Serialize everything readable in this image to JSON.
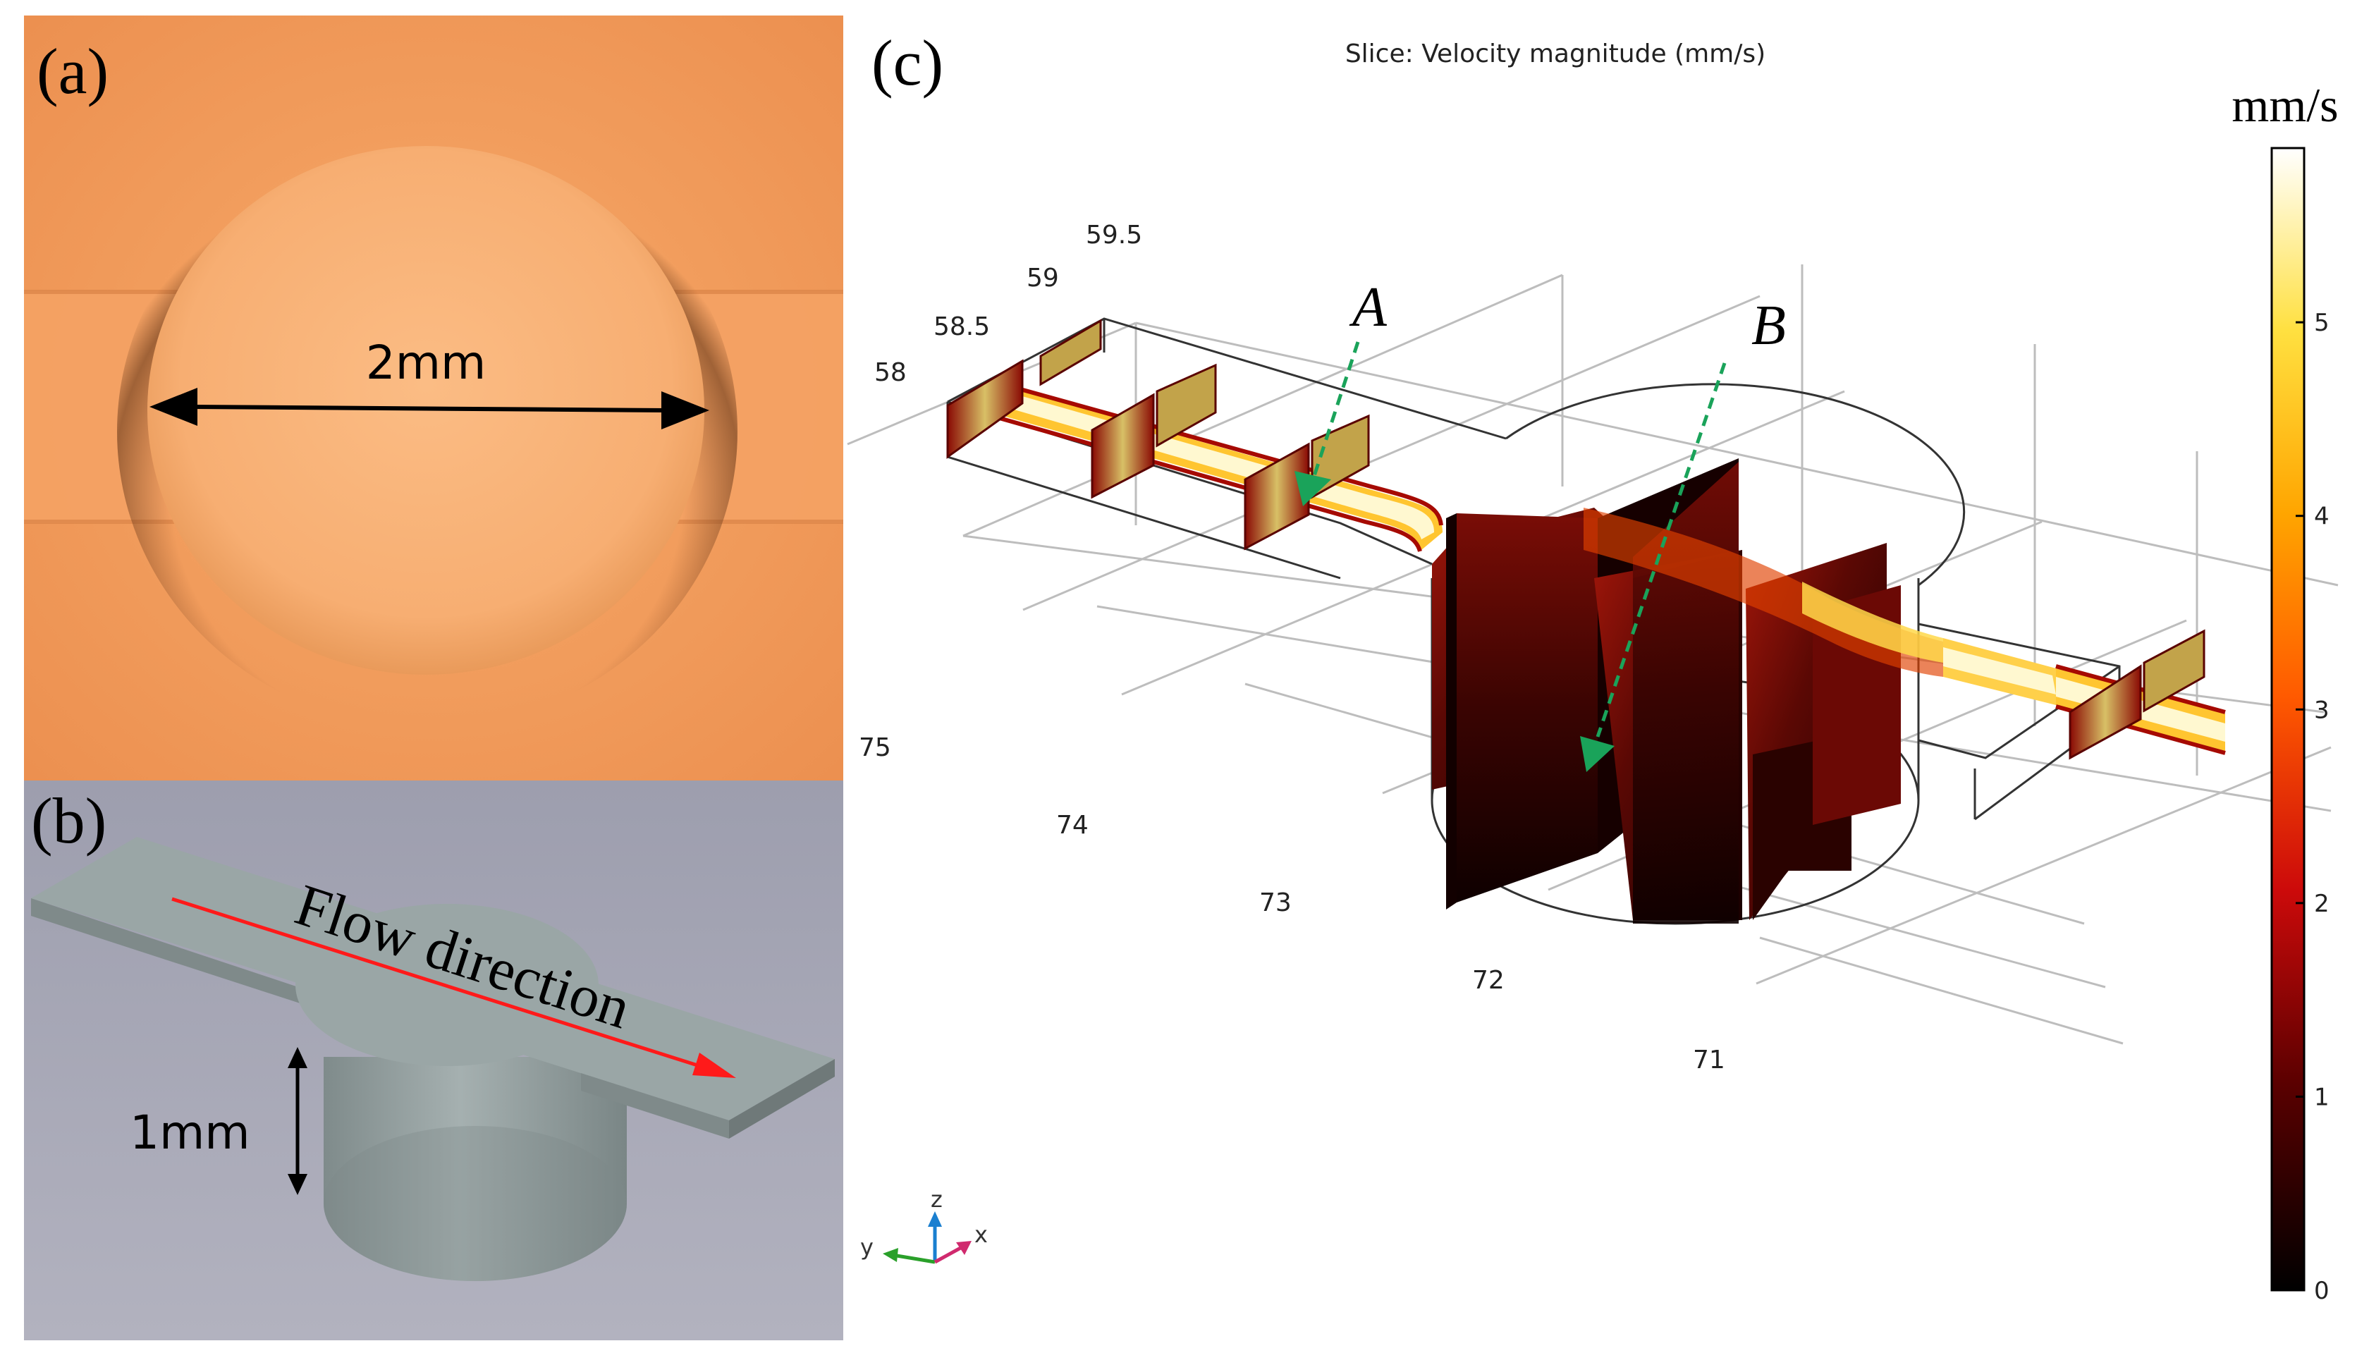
{
  "panel_a": {
    "label": "(a)",
    "dimension": "2mm"
  },
  "panel_b": {
    "label": "(b)",
    "flow_label": "Flow direction",
    "height_label": "1mm"
  },
  "panel_c": {
    "label": "(c)",
    "title": "Slice: Velocity magnitude (mm/s)",
    "marker_a": "A",
    "marker_b": "B",
    "z_ticks": [
      "59.5",
      "59",
      "58.5",
      "58"
    ],
    "x_ticks": [
      "75",
      "74",
      "73",
      "72",
      "71"
    ],
    "triad": {
      "z": "z",
      "y": "y",
      "x": "x"
    },
    "colorbar": {
      "unit": "mm/s",
      "ticks": [
        "5",
        "4",
        "3",
        "2",
        "1",
        "0"
      ],
      "colormap": "heat",
      "min": 0,
      "max": 5.9
    }
  },
  "colors": {
    "photo_orange": "#f5a566",
    "cad_gray": "#9ba6a6",
    "cad_bg": "#a5a6b3",
    "flow_arrow": "#ff1a1a",
    "marker_arrow": "#1aa35a",
    "colorbar_low": "#000000",
    "colorbar_high": "#ffffff"
  }
}
